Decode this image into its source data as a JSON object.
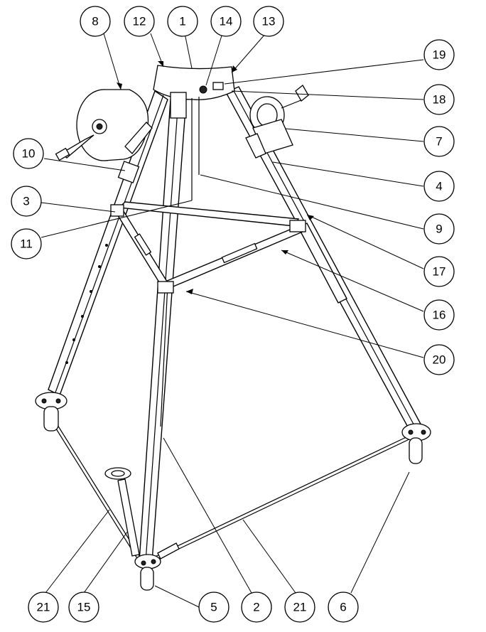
{
  "figure": {
    "callouts": [
      {
        "label": "8"
      },
      {
        "label": "12"
      },
      {
        "label": "1"
      },
      {
        "label": "14"
      },
      {
        "label": "13"
      },
      {
        "label": "19"
      },
      {
        "label": "18"
      },
      {
        "label": "7"
      },
      {
        "label": "10"
      },
      {
        "label": "4"
      },
      {
        "label": "3"
      },
      {
        "label": "9"
      },
      {
        "label": "11"
      },
      {
        "label": "17"
      },
      {
        "label": "16"
      },
      {
        "label": "20"
      },
      {
        "label": "21"
      },
      {
        "label": "15"
      },
      {
        "label": "5"
      },
      {
        "label": "2"
      },
      {
        "label": "21"
      },
      {
        "label": "6"
      }
    ]
  }
}
